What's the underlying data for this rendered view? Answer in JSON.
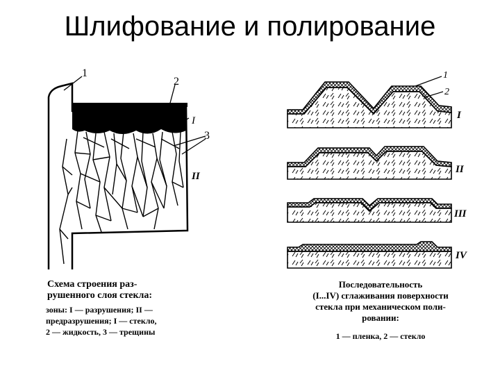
{
  "slide": {
    "title": "Шлифование и полирование"
  },
  "left_figure": {
    "labels": {
      "film": "1",
      "glass_surface": "2",
      "zone_one": "I",
      "cracks": "3",
      "zone_two": "II"
    },
    "caption": {
      "line1": "Схема строения раз-",
      "line2": "рушенного слоя стекла:",
      "line3": "зоны: I — разрушения; II —",
      "line4": "предразрушения; I — стекло,",
      "line5": "2 — жидкость, 3 — трещины"
    }
  },
  "right_figure": {
    "labels": {
      "film": "1",
      "glass": "2",
      "stage1": "I",
      "stage2": "II",
      "stage3": "III",
      "stage4": "IV"
    },
    "caption": {
      "line1": "Последовательность",
      "line2": "(I...IV) сглаживания поверхности",
      "line3": "стекла при механическом поли-",
      "line4": "ровании:",
      "legend": "1 — пленка, 2 — стекло"
    }
  },
  "colors": {
    "ink": "#000000",
    "background": "#ffffff"
  }
}
